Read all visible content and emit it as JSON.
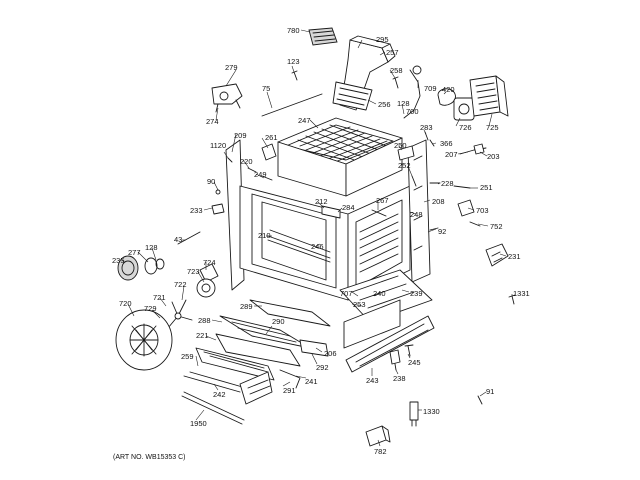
{
  "art_number": "(ART NO. WB15353 C)",
  "parts": [
    {
      "id": "780",
      "label": "780"
    },
    {
      "id": "295",
      "label": "295"
    },
    {
      "id": "257",
      "label": "257"
    },
    {
      "id": "123",
      "label": "123"
    },
    {
      "id": "279",
      "label": "279"
    },
    {
      "id": "258",
      "label": "258"
    },
    {
      "id": "709",
      "label": "709"
    },
    {
      "id": "420",
      "label": "420"
    },
    {
      "id": "75",
      "label": "75"
    },
    {
      "id": "256",
      "label": "256"
    },
    {
      "id": "128a",
      "label": "128"
    },
    {
      "id": "700",
      "label": "700"
    },
    {
      "id": "726",
      "label": "726"
    },
    {
      "id": "725",
      "label": "725"
    },
    {
      "id": "274",
      "label": "274"
    },
    {
      "id": "247",
      "label": "247"
    },
    {
      "id": "283",
      "label": "283"
    },
    {
      "id": "366",
      "label": "366"
    },
    {
      "id": "209",
      "label": "209"
    },
    {
      "id": "261",
      "label": "261"
    },
    {
      "id": "250",
      "label": "250"
    },
    {
      "id": "207",
      "label": "207"
    },
    {
      "id": "203",
      "label": "203"
    },
    {
      "id": "1120",
      "label": "1120"
    },
    {
      "id": "220",
      "label": "220"
    },
    {
      "id": "252",
      "label": "252"
    },
    {
      "id": "249",
      "label": "249"
    },
    {
      "id": "228",
      "label": "228"
    },
    {
      "id": "90",
      "label": "90"
    },
    {
      "id": "251",
      "label": "251"
    },
    {
      "id": "208",
      "label": "208"
    },
    {
      "id": "212",
      "label": "212"
    },
    {
      "id": "284",
      "label": "284"
    },
    {
      "id": "267",
      "label": "267"
    },
    {
      "id": "233",
      "label": "233"
    },
    {
      "id": "703",
      "label": "703"
    },
    {
      "id": "248",
      "label": "248"
    },
    {
      "id": "210",
      "label": "210"
    },
    {
      "id": "752",
      "label": "752"
    },
    {
      "id": "43",
      "label": "43"
    },
    {
      "id": "246",
      "label": "246"
    },
    {
      "id": "92",
      "label": "92"
    },
    {
      "id": "277",
      "label": "277"
    },
    {
      "id": "128b",
      "label": "128"
    },
    {
      "id": "231",
      "label": "231"
    },
    {
      "id": "724",
      "label": "724"
    },
    {
      "id": "235",
      "label": "235"
    },
    {
      "id": "723",
      "label": "723"
    },
    {
      "id": "722",
      "label": "722"
    },
    {
      "id": "707",
      "label": "707"
    },
    {
      "id": "240",
      "label": "240"
    },
    {
      "id": "239",
      "label": "239"
    },
    {
      "id": "1331",
      "label": "1331"
    },
    {
      "id": "253",
      "label": "253"
    },
    {
      "id": "721",
      "label": "721"
    },
    {
      "id": "720",
      "label": "720"
    },
    {
      "id": "729",
      "label": "729"
    },
    {
      "id": "289",
      "label": "289"
    },
    {
      "id": "288",
      "label": "288"
    },
    {
      "id": "290",
      "label": "290"
    },
    {
      "id": "221",
      "label": "221"
    },
    {
      "id": "206",
      "label": "206"
    },
    {
      "id": "245",
      "label": "245"
    },
    {
      "id": "259",
      "label": "259"
    },
    {
      "id": "292",
      "label": "292"
    },
    {
      "id": "243",
      "label": "243"
    },
    {
      "id": "238",
      "label": "238"
    },
    {
      "id": "241",
      "label": "241"
    },
    {
      "id": "242",
      "label": "242"
    },
    {
      "id": "291",
      "label": "291"
    },
    {
      "id": "91",
      "label": "91"
    },
    {
      "id": "1330",
      "label": "1330"
    },
    {
      "id": "1950",
      "label": "1950"
    },
    {
      "id": "782",
      "label": "782"
    }
  ]
}
